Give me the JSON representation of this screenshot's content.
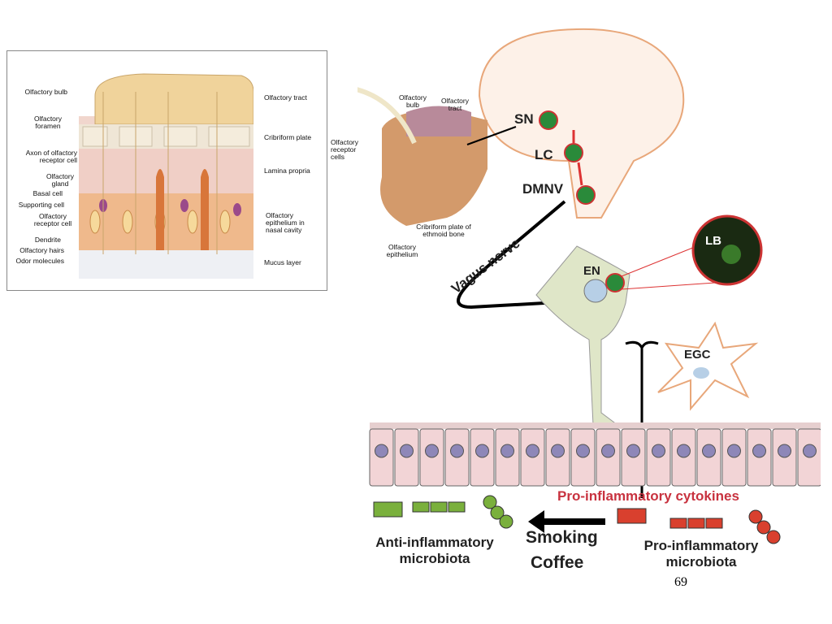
{
  "left_figure": {
    "left_labels": [
      "Olfactory bulb",
      "Olfactory foramen",
      "Axon of olfactory receptor cell",
      "Olfactory gland",
      "Basal cell",
      "Supporting cell",
      "Olfactory receptor cell",
      "Dendrite",
      "Olfactory hairs",
      "Odor molecules"
    ],
    "right_labels": [
      "Olfactory tract",
      "Cribriform plate",
      "Lamina propria",
      "Olfactory epithelium in nasal cavity",
      "Mucus layer"
    ]
  },
  "nose_inset": {
    "labels": [
      "Olfactory bulb",
      "Olfactory tract",
      "Olfactory receptor cells",
      "Cribriform plate of ethmoid bone",
      "Olfactory epithelium"
    ]
  },
  "pathway": {
    "sn": "SN",
    "lc": "LC",
    "dmnv": "DMNV",
    "vagus": "Vagus nerve",
    "en": "EN",
    "lb": "LB",
    "egc": "EGC",
    "cytokines": "Pro-inflammatory cytokines",
    "anti": "Anti-inflammatory microbiota",
    "pro": "Pro-inflammatory microbiota",
    "smoking": "Smoking",
    "coffee": "Coffee",
    "colors": {
      "pro": "#d9402e",
      "anti": "#7ab03c",
      "cytokine_text": "#c8323f",
      "cell": "#f2d4d6"
    }
  },
  "page_number": "69"
}
